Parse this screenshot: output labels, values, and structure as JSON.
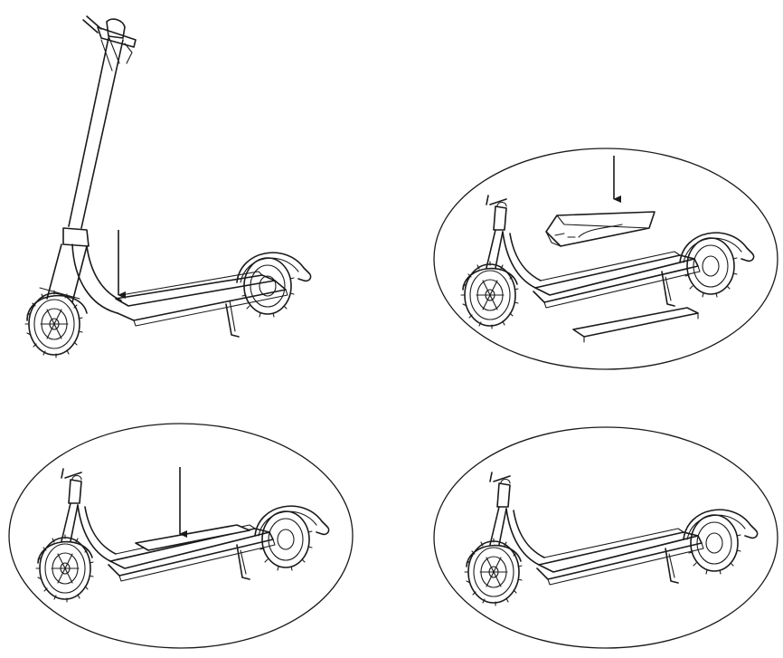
{
  "figure": {
    "panels": [
      {
        "id": "panel-1",
        "step": "scooter-full-view",
        "arrow": "down"
      },
      {
        "id": "panel-2",
        "step": "deck-cover-and-battery-removed",
        "arrow": "down"
      },
      {
        "id": "panel-3",
        "step": "deck-cover-placed",
        "arrow": "down"
      },
      {
        "id": "panel-4",
        "step": "deck-closed",
        "arrow": "none"
      }
    ],
    "colors": {
      "line": "#1a1a1a",
      "background": "#ffffff"
    }
  }
}
